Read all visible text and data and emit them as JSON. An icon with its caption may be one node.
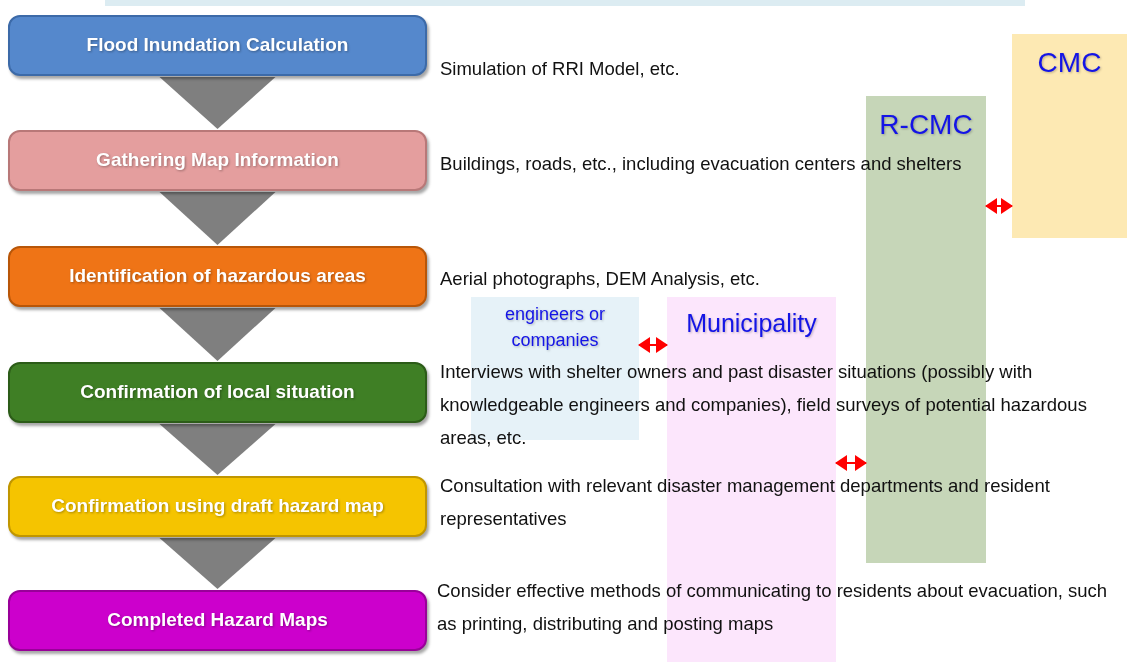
{
  "diagram": {
    "nodes": [
      {
        "text": [
          "Flood Inundation Calculation"
        ]
      },
      {
        "text": [
          "Gathering Map Information"
        ]
      },
      {
        "text": [
          "Identification of hazardous areas"
        ]
      },
      {
        "text": [
          "Confirmation of local situation"
        ]
      },
      {
        "text": [
          "Confirmation using draft hazard map"
        ]
      },
      {
        "text": [
          "Completed Hazard Maps"
        ]
      },
      {
        "text": [
          "engineers or companies"
        ]
      },
      {
        "text": [
          "Municipality"
        ]
      },
      {
        "text": [
          "R-CMC"
        ]
      },
      {
        "text": [
          "CMC"
        ]
      }
    ],
    "edges": [
      {
        "from": 0,
        "to": 1,
        "arrow": "to"
      },
      {
        "from": 1,
        "to": 2,
        "arrow": "to"
      },
      {
        "from": 2,
        "to": 3,
        "arrow": "to"
      },
      {
        "from": 3,
        "to": 4,
        "arrow": "to"
      },
      {
        "from": 4,
        "to": 5,
        "arrow": "to"
      },
      {
        "from": 6,
        "to": 7,
        "arrow": "both",
        "color": "#ff0000"
      },
      {
        "from": 7,
        "to": 8,
        "arrow": "both",
        "color": "#ff0000"
      },
      {
        "from": 8,
        "to": 9,
        "arrow": "both",
        "color": "#ff0000"
      }
    ],
    "labels": [
      "Simulation of RRI Model, etc.",
      "Buildings, roads, etc., including evacuation centers and shelters",
      "Aerial photographs, DEM Analysis, etc.",
      "Interviews with shelter owners and past disaster situations (possibly with knowledgeable engineers and companies), field surveys of potential hazardous areas, etc.",
      "Consultation with relevant disaster management departments and resident representatives",
      "Consider effective methods of communicating to residents about evacuation, such as printing, distributing and posting maps"
    ]
  }
}
